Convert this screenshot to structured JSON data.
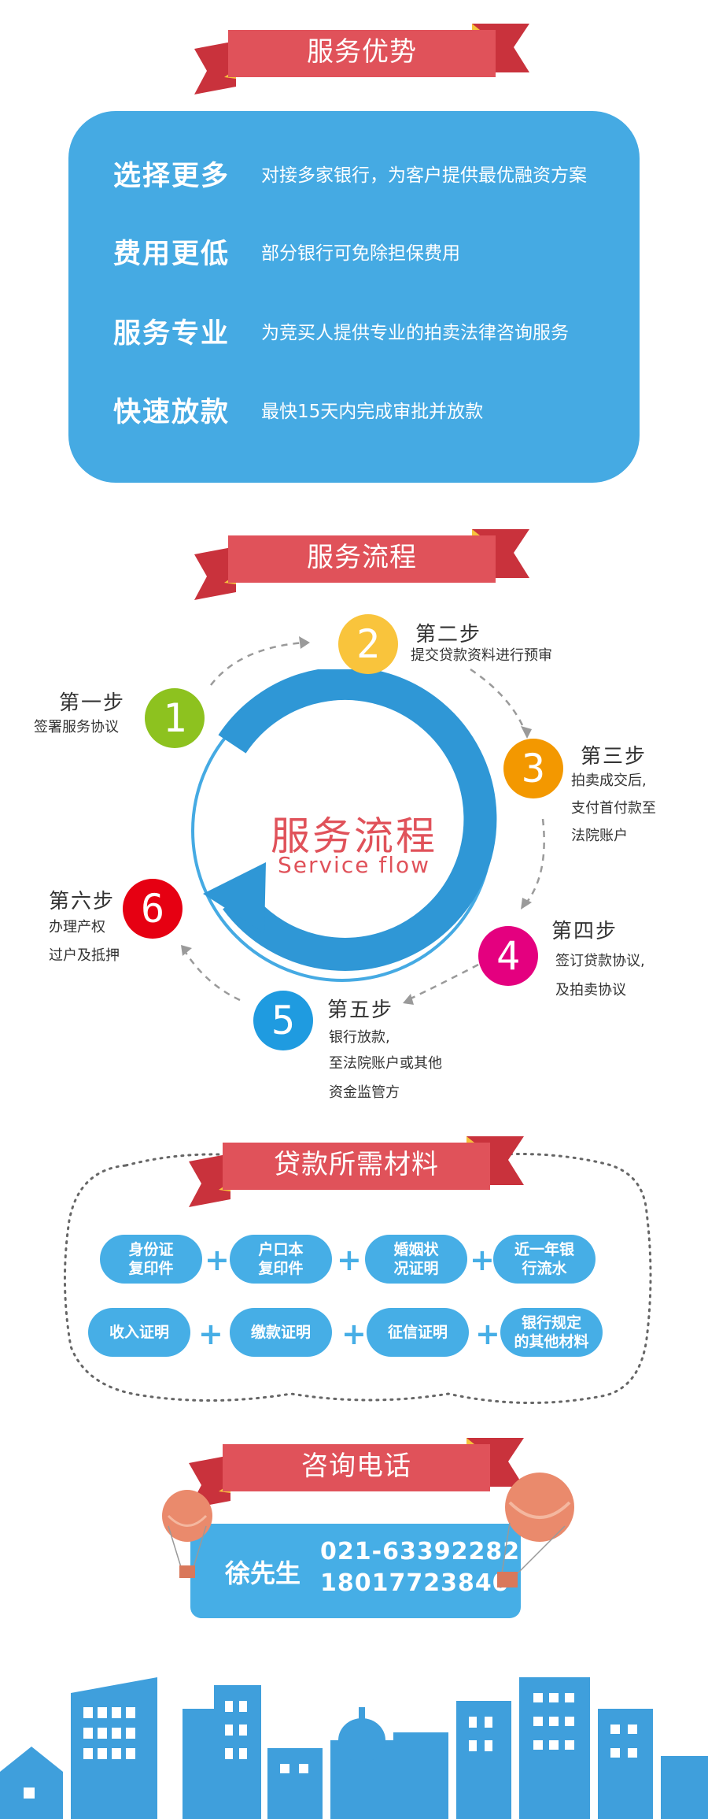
{
  "advantages": {
    "heading": "服务优势",
    "items": [
      {
        "title": "选择更多",
        "desc": "对接多家银行，为客户提供最优融资方案"
      },
      {
        "title": "费用更低",
        "desc": "部分银行可免除担保费用"
      },
      {
        "title": "服务专业",
        "desc": "为竞买人提供专业的拍卖法律咨询服务"
      },
      {
        "title": "快速放款",
        "desc": "最快15天内完成审批并放款"
      }
    ]
  },
  "process": {
    "heading": "服务流程",
    "center_cn": "服务流程",
    "center_en": "Service flow",
    "steps": [
      {
        "num": "1",
        "title": "第一步",
        "lines": [
          "签署服务协议"
        ],
        "color": "#8dc21f"
      },
      {
        "num": "2",
        "title": "第二步",
        "lines": [
          "提交贷款资料进行预审"
        ],
        "color": "#f9c43c"
      },
      {
        "num": "3",
        "title": "第三步",
        "lines": [
          "拍卖成交后,",
          "支付首付款至",
          "法院账户"
        ],
        "color": "#f39800"
      },
      {
        "num": "4",
        "title": "第四步",
        "lines": [
          "签订贷款协议,",
          "及拍卖协议"
        ],
        "color": "#e4007f"
      },
      {
        "num": "5",
        "title": "第五步",
        "lines": [
          "银行放款,",
          "至法院账户或其他",
          "资金监管方"
        ],
        "color": "#1f9be0"
      },
      {
        "num": "6",
        "title": "第六步",
        "lines": [
          "办理产权",
          "过户及抵押"
        ],
        "color": "#e60012"
      }
    ]
  },
  "materials": {
    "heading": "贷款所需材料",
    "items": [
      [
        "身份证",
        "复印件"
      ],
      [
        "户口本",
        "复印件"
      ],
      [
        "婚姻状",
        "况证明"
      ],
      [
        "近一年银",
        "行流水"
      ],
      [
        "收入证明"
      ],
      [
        "缴款证明"
      ],
      [
        "征信证明"
      ],
      [
        "银行规定",
        "的其他材料"
      ]
    ],
    "plus": "+"
  },
  "contact": {
    "heading": "咨询电话",
    "name": "徐先生",
    "phone1": "021-63392282",
    "phone2": "18017723840"
  },
  "colors": {
    "blue": "#45aae3",
    "ribbon": "#e0525a",
    "ribbon_dark": "#c9323c",
    "ribbon_tip": "#f6c23c",
    "balloon": "#ea8a6c"
  }
}
